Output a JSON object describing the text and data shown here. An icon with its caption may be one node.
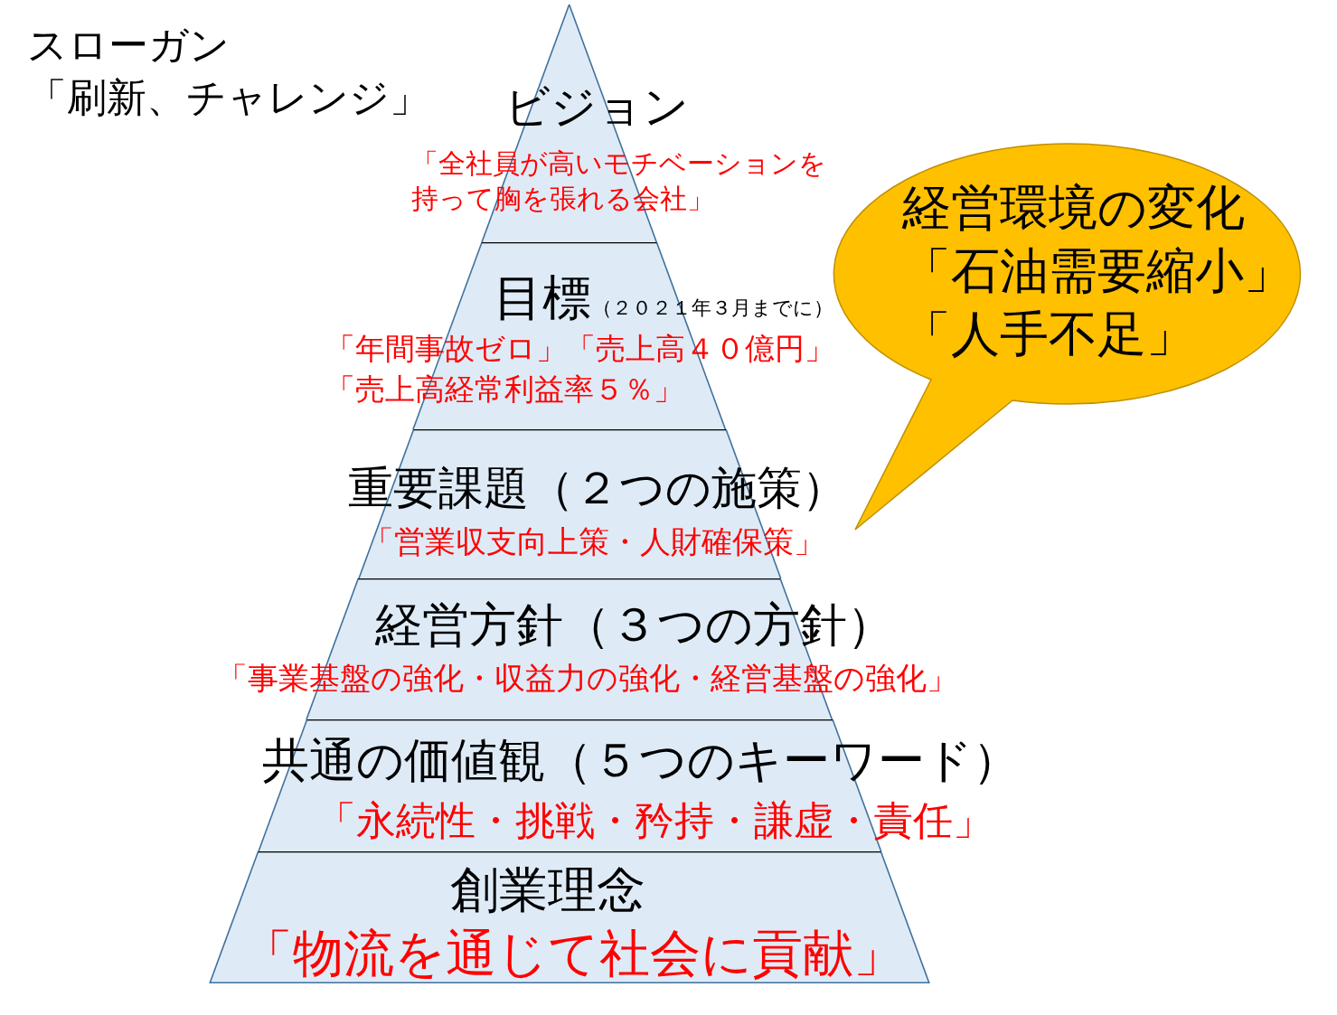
{
  "diagram": {
    "nodes": [
      {
        "text": [
          "ビジョン",
          "「全社員が高いモチベーションを持って胸を張れる会社」"
        ]
      },
      {
        "text": [
          "目標",
          "（２０２１年３月までに）",
          "「年間事故ゼロ」「売上高４０億円」",
          "「売上高経常利益率５％」"
        ]
      },
      {
        "text": [
          "重要課題（２つの施策）",
          "「営業収支向上策・人財確保策」"
        ]
      },
      {
        "text": [
          "経営方針（３つの方針）",
          "「事業基盤の強化・収益力の強化・経営基盤の強化」"
        ]
      },
      {
        "text": [
          "共通の価値観（５つのキーワード）",
          "「永続性・挑戦・矜持・謙虚・責任」"
        ]
      },
      {
        "text": [
          "創業理念",
          "「物流を通じて社会に貢献」"
        ]
      },
      {
        "text": [
          "経営環境の変化",
          "「石油需要縮小」",
          "「人手不足」"
        ]
      }
    ],
    "labels": [
      "スローガン",
      "「刷新、チャレンジ」"
    ]
  }
}
